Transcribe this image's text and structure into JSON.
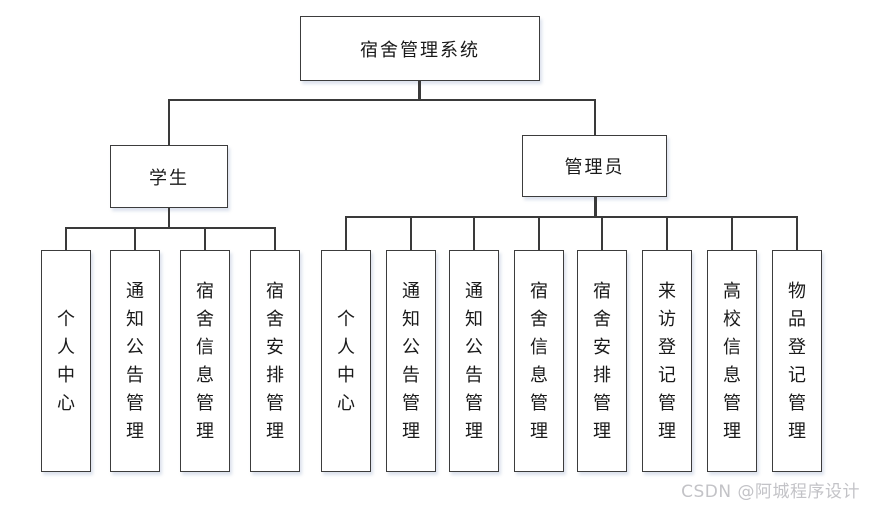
{
  "diagram": {
    "root": {
      "label": "宿舍管理系统"
    },
    "branches": [
      {
        "label": "学生",
        "children": [
          "个人中心",
          "通知公告管理",
          "宿舍信息管理",
          "宿舍安排管理"
        ]
      },
      {
        "label": "管理员",
        "children": [
          "个人中心",
          "通知公告管理",
          "通知公告管理",
          "宿舍信息管理",
          "宿舍安排管理",
          "来访登记管理",
          "高校信息管理",
          "物品登记管理"
        ]
      }
    ]
  },
  "watermark": {
    "text": "CSDN @阿城程序设计"
  },
  "colors": {
    "background": "#ffffff",
    "node_background": "#ffffff",
    "node_border": "#3c3c3c",
    "line": "#3a3a3a",
    "text": "#1a1a1a",
    "watermark": "#c3c3c7"
  }
}
